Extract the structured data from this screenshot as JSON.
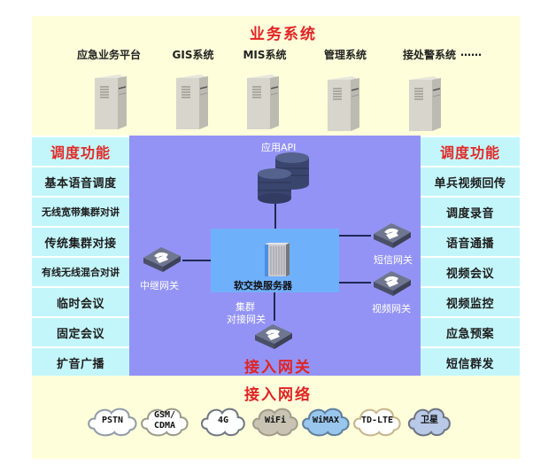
{
  "business_systems": {
    "title": "业务系统",
    "items": [
      {
        "label": "应急业务平台",
        "icon": "server-tower-icon"
      },
      {
        "label": "GIS系统",
        "icon": "server-tower-icon"
      },
      {
        "label": "MIS系统",
        "icon": "server-tower-icon"
      },
      {
        "label": "管理系统",
        "icon": "server-tower-icon"
      },
      {
        "label": "接处警系统",
        "icon": "server-tower-icon"
      }
    ],
    "more": "……"
  },
  "left_functions": {
    "title": "调度功能",
    "items": [
      "基本语音调度",
      "无线宽带集群对讲",
      "传统集群对接",
      "有线无线混合对讲",
      "临时会议",
      "固定会议",
      "扩音广播"
    ]
  },
  "right_functions": {
    "title": "调度功能",
    "items": [
      "单兵视频回传",
      "调度录音",
      "语音通播",
      "视频会议",
      "视频监控",
      "应急预案",
      "短信群发"
    ]
  },
  "core": {
    "api_label": "应用API",
    "softswitch_label": "软交换服务器",
    "gateways": {
      "trunk": "中继网关",
      "sms": "短信网关",
      "video": "视频网关",
      "cluster_line1": "集群",
      "cluster_line2": "对接网关"
    },
    "access_gateway_title": "接入网关"
  },
  "access_network": {
    "title": "接入网络",
    "clouds": [
      {
        "label": "PSTN",
        "fill": "#ffffff",
        "stroke": "#8f9aa8"
      },
      {
        "label": "GSM/\nCDMA",
        "fill": "#ffffff",
        "stroke": "#9a9a8a"
      },
      {
        "label": "4G",
        "fill": "#ffffff",
        "stroke": "#6f7680"
      },
      {
        "label": "WiFi",
        "fill": "#c8c3b3",
        "stroke": "#a09b8a"
      },
      {
        "label": "WiMAX",
        "fill": "#98c6ec",
        "stroke": "#5e7f9c"
      },
      {
        "label": "TD-LTE",
        "fill": "#ffffff",
        "stroke": "#c7b48a"
      },
      {
        "label": "卫星",
        "fill": "#b9c9e8",
        "stroke": "#6e7380"
      }
    ]
  },
  "colors": {
    "panel_yellow": "#fffedb",
    "side_cyan": "#c3f6fa",
    "center_purple": "#9393f5",
    "softswitch_blue": "#6fb0fb",
    "title_red": "#e02424"
  }
}
